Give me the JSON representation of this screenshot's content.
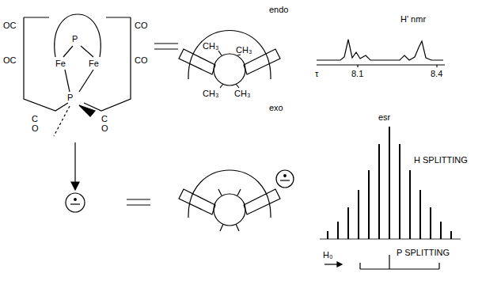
{
  "diagram": {
    "labels": [
      "OC",
      "OC",
      "C O",
      "C O",
      "CO",
      "CO",
      "P",
      "Fe",
      "Fe",
      "P",
      "endo",
      "exo",
      "CH₃",
      "CH₃",
      "CH₃",
      "CH₃",
      "H' nmr",
      "τ",
      "8.1",
      "8.4",
      "esr",
      "H SPLITTING",
      "P SPLITTING",
      "H₀"
    ]
  }
}
